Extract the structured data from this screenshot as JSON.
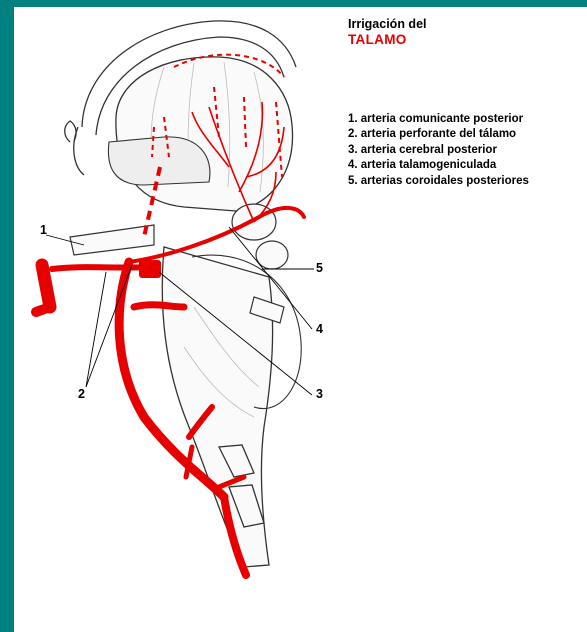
{
  "title": {
    "line1": "Irrigación del",
    "line2": "TALAMO"
  },
  "legend": [
    "1. arteria comunicante posterior",
    "2. arteria perforante del tálamo",
    "3. arteria cerebral posterior",
    "4. arteria talamogeniculada",
    "5. arterias coroidales posteriores"
  ],
  "callouts": {
    "c1": "1",
    "c2": "2",
    "c3": "3",
    "c4": "4",
    "c5": "5"
  },
  "colors": {
    "background": "#00807f",
    "panel": "#ffffff",
    "artery": "#e60000",
    "outline": "#333333"
  }
}
